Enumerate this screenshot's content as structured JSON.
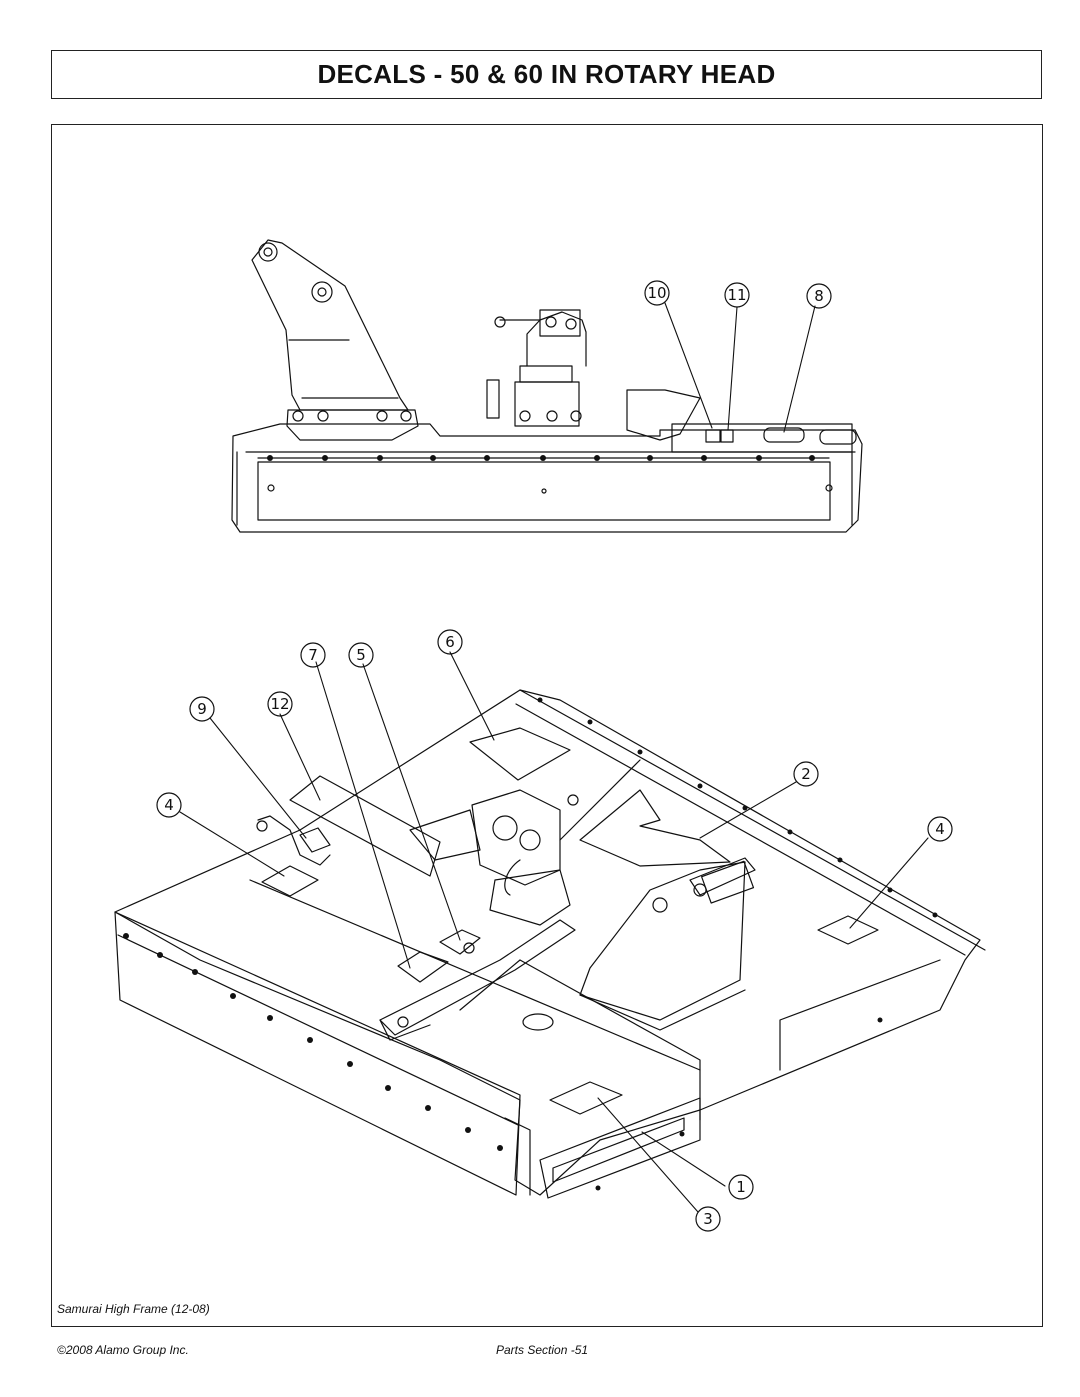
{
  "title": "DECALS - 50 & 60 IN ROTARY HEAD",
  "frame_caption": "Samurai High Frame (12-08)",
  "footer": {
    "copyright": "©2008 Alamo Group Inc.",
    "page": "Parts Section -51"
  },
  "callouts": {
    "c10": "10",
    "c11": "11",
    "c8": "8",
    "c7": "7",
    "c5": "5",
    "c6": "6",
    "c9": "9",
    "c12": "12",
    "c2": "2",
    "c4a": "4",
    "c4b": "4",
    "c1": "1",
    "c3": "3"
  }
}
